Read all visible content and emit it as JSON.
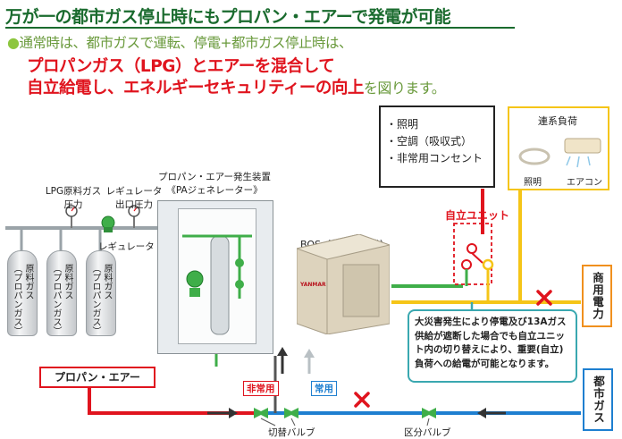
{
  "title": "万が一の都市ガス停止時にもプロパン・エアーで発電が可能",
  "lead": {
    "bullet": "●",
    "text": "通常時は、都市ガスで運転、停電+都市ガス停止時は、",
    "line1": "プロパンガス（LPG）とエアーを混合して",
    "line2_red": "自立給電し、エネルギーセキュリティーの向上",
    "line2_tail": "を図ります。"
  },
  "labels": {
    "lpg_pressure_line1": "LPG原料ガス",
    "lpg_pressure_line2": "圧力",
    "reg_pressure_line1": "レギュレータ",
    "reg_pressure_line2": "出口圧力",
    "regulator": "レギュレータ",
    "generator_line1": "プロパン・エアー発生装置",
    "generator_line2": "《PAジェネレーター》",
    "bos": "BOS（停電対応機）",
    "bos_brand": "YANMAR",
    "jiritsu_unit": "自立ユニット",
    "renkei_load": "連系負荷",
    "lighting": "照明",
    "aircon": "エアコン",
    "commercial_power": "商用電力",
    "city_gas": "都市ガス",
    "propane_air": "プロパン・エアー",
    "emergency_use": "非常用",
    "normal_use": "常用",
    "switch_valve": "切替バルブ",
    "section_valve": "区分バルブ"
  },
  "cylinders": [
    {
      "line1": "原料ガス",
      "line2": "（プロパンガス）"
    },
    {
      "line1": "原料ガス",
      "line2": "（プロパンガス）"
    },
    {
      "line1": "原料ガス",
      "line2": "（プロパンガス）"
    }
  ],
  "important_loads": [
    "・照明",
    "・空調（吸収式）",
    "・非常用コンセント"
  ],
  "callout": "大災害発生により停電及び13Aガス供給が遮断した場合でも自立ユニット内の切り替えにより、重要(自立)負荷への給電が可能となります。",
  "colors": {
    "title_green": "#1a6b2e",
    "accent_red": "#e0141e",
    "lead_green": "#6a9a3c",
    "propane_line": "#e0141e",
    "city_gas_line": "#1e7fd0",
    "commercial_line": "#f5c518",
    "gas_pipe_green": "#3fae49",
    "callout_border": "#3aa8b0",
    "commercial_box": "#f0901e"
  }
}
